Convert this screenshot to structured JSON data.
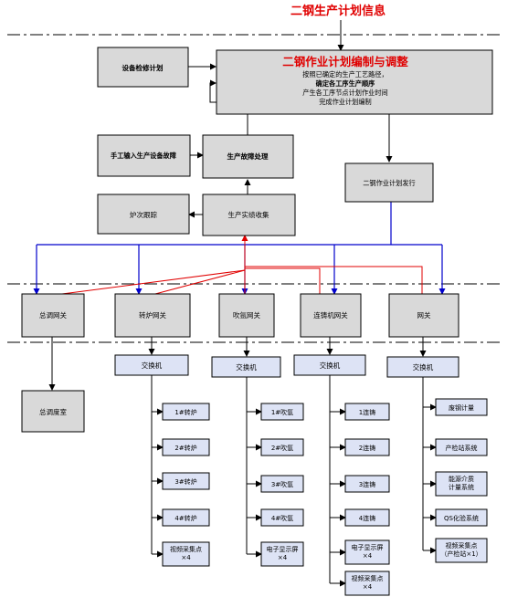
{
  "title": "二钢生产计划信息",
  "main_box": {
    "heading": "二钢作业计划编制与调整",
    "lines": [
      "按照已确定的生产工艺路径，",
      "确定各工序生产顺序",
      "产生各工序节点计划作业时间",
      "完成作业计划编制"
    ]
  },
  "boxes": {
    "maintenance_plan": "设备检修计划",
    "manual_fault_input": "手工输入生产设备故障",
    "fault_handling": "生产故障处理",
    "plan_release": "二钢作业计划发行",
    "furnace_tracking": "炉次跟踪",
    "performance_collection": "生产实绩收集"
  },
  "gateways": [
    "总调网关",
    "转炉网关",
    "吹氩网关",
    "连铸机网关",
    "网关"
  ],
  "dispatch_room": "总调度室",
  "switch_label": "交换机",
  "columns": [
    {
      "items": [
        "1#转炉",
        "2#转炉",
        "3#转炉",
        "4#转炉",
        "视频采集点\n×4"
      ]
    },
    {
      "items": [
        "1#吹氩",
        "2#吹氩",
        "3#吹氩",
        "4#吹氩",
        "电子显示屏\n×4"
      ]
    },
    {
      "items": [
        "1连铸",
        "2连铸",
        "3连铸",
        "4连铸",
        "电子显示屏\n×4",
        "视频采集点\n×4"
      ]
    },
    {
      "items": [
        "废钢计量",
        "产检站系统",
        "能源介质\n计量系统",
        "QS化验系统",
        "视频采集点\n（产检站×1）"
      ]
    }
  ],
  "colors": {
    "box_fill": "#d9d9d9",
    "box_blue_fill": "#dde3f5",
    "blue_line": "#0000cc",
    "red_line": "#e00000",
    "title_red": "#e00000"
  }
}
